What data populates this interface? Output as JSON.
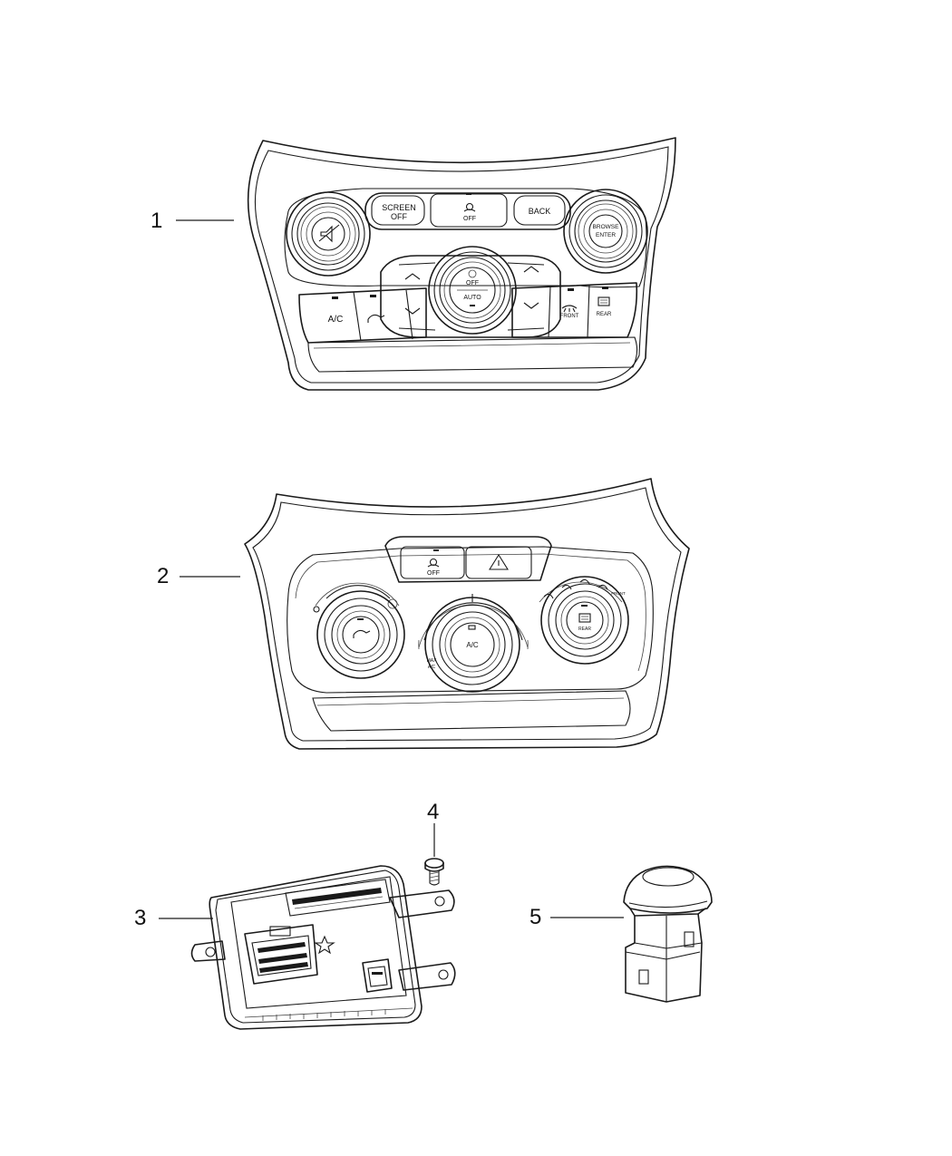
{
  "callouts": [
    {
      "id": "1",
      "label": "1"
    },
    {
      "id": "2",
      "label": "2"
    },
    {
      "id": "3",
      "label": "3"
    },
    {
      "id": "4",
      "label": "4"
    },
    {
      "id": "5",
      "label": "5"
    }
  ],
  "panel_1": {
    "screen_off": [
      "SCREEN",
      "OFF"
    ],
    "center_top_off": "OFF",
    "back": "BACK",
    "right_knob_text": [
      "BROWSE",
      "ENTER"
    ],
    "center_knob_top": "OFF",
    "center_knob_bottom": "AUTO",
    "ac": "A/C",
    "front": "FRONT",
    "rear": "REAR"
  },
  "panel_2": {
    "stop_off": "OFF",
    "center_knob": "A/C",
    "max_ac": [
      "MAX",
      "A/C"
    ],
    "rear": "REAR",
    "front": "FRONT"
  }
}
